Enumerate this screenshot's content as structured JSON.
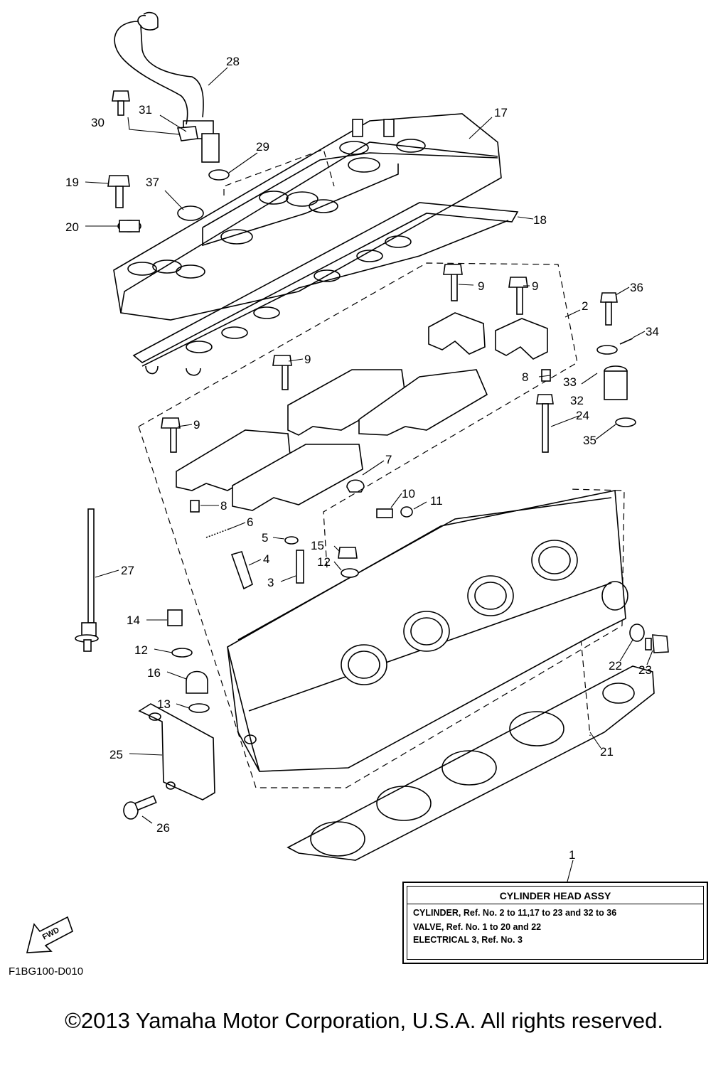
{
  "diagram": {
    "labels": {
      "p1": "1",
      "p2": "2",
      "p3": "3",
      "p4": "4",
      "p5": "5",
      "p6": "6",
      "p7": "7",
      "p8a": "8",
      "p8b": "8",
      "p9a": "9",
      "p9b": "9",
      "p9c": "9",
      "p9d": "9",
      "p10": "10",
      "p11": "11",
      "p12a": "12",
      "p12b": "12",
      "p13": "13",
      "p14": "14",
      "p15": "15",
      "p16": "16",
      "p17": "17",
      "p18": "18",
      "p19": "19",
      "p20": "20",
      "p21": "21",
      "p22": "22",
      "p23": "23",
      "p24": "24",
      "p25": "25",
      "p26": "26",
      "p27": "27",
      "p28": "28",
      "p29": "29",
      "p30": "30",
      "p31": "31",
      "p32": "32",
      "p33": "33",
      "p34": "34",
      "p35": "35",
      "p36": "36",
      "p37": "37"
    },
    "fwd_label": "FWD"
  },
  "assy": {
    "title": "CYLINDER HEAD ASSY",
    "line1": "CYLINDER,  Ref. No. 2 to 11,17 to 23 and 32 to 36",
    "line2": "VALVE,  Ref. No. 1 to 20 and 22",
    "line3": "ELECTRICAL 3,  Ref. No. 3"
  },
  "diagram_code": "F1BG100-D010",
  "copyright": "©2013 Yamaha Motor Corporation, U.S.A. All rights reserved."
}
